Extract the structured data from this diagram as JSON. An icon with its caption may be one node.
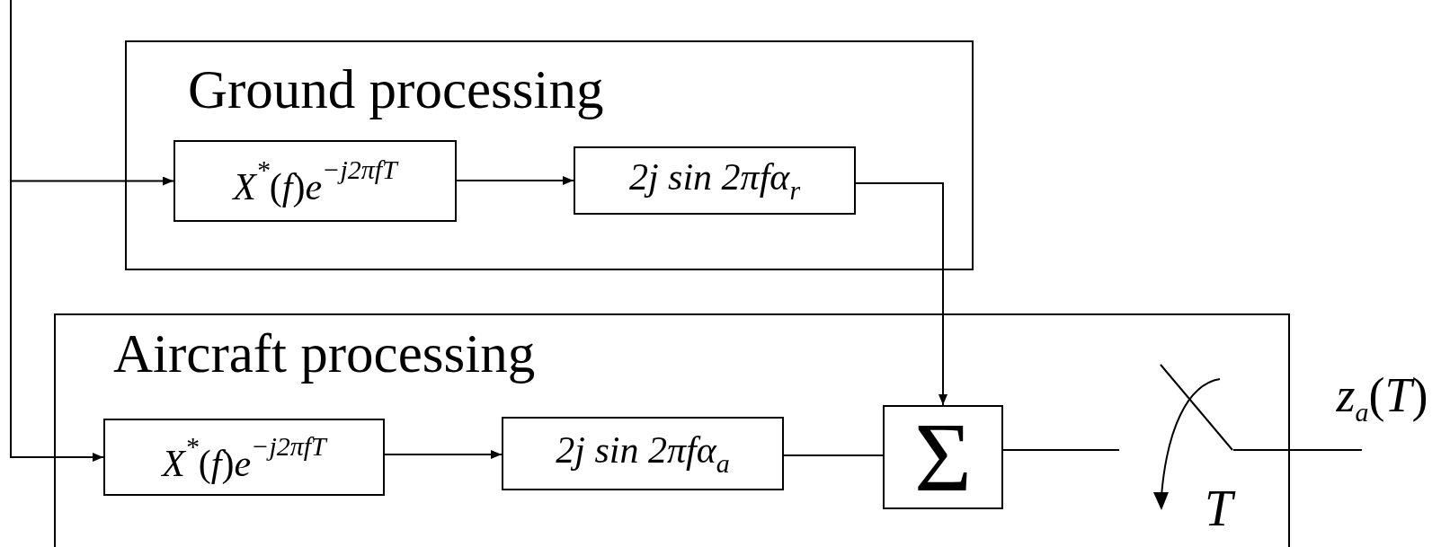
{
  "diagram": {
    "nodes": [
      {
        "text": [
          "Ground processing"
        ]
      },
      {
        "text": [
          "*X*$^{*}$(*f*)*e*$^{−j2πfT}$"
        ],
        "in": 0
      },
      {
        "text": [
          "2j sin 2πfα$_{r}$"
        ],
        "in": 0
      },
      {
        "text": [
          "Aircraft processing"
        ]
      },
      {
        "text": [
          "*X*$^{*}$(*f*)*e*$^{−j2πfT}$"
        ],
        "in": 3
      },
      {
        "text": [
          "2j sin 2πfα$_{a}$"
        ],
        "in": 3
      },
      {
        "text": [
          "Σ"
        ],
        "in": 3
      },
      {
        "text": [],
        "shape": "switch",
        "in": 3,
        "beside": [
          "T"
        ]
      },
      {
        "text": [
          "*z*$_{a}$(*T*)"
        ]
      }
    ],
    "edges": [
      {
        "from": null,
        "to": 1,
        "arrow": "to"
      },
      {
        "from": null,
        "to": 4,
        "arrow": "to"
      },
      {
        "from": 1,
        "to": 2,
        "arrow": "to"
      },
      {
        "from": 2,
        "to": 6,
        "arrow": "to"
      },
      {
        "from": 4,
        "to": 5,
        "arrow": "to"
      },
      {
        "from": 5,
        "to": 6,
        "arrow": "none"
      },
      {
        "from": 6,
        "to": 7,
        "arrow": "none"
      },
      {
        "from": 7,
        "to": 8,
        "arrow": "none"
      }
    ]
  }
}
